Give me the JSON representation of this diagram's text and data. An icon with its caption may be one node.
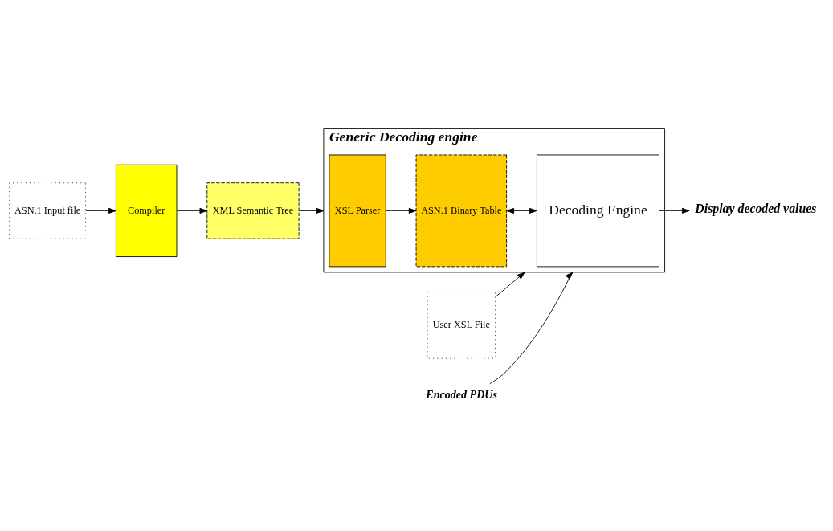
{
  "diagram": {
    "nodes": [
      {
        "text": [
          "ASN.1 Input file"
        ]
      },
      {
        "text": [
          "Compiler"
        ]
      },
      {
        "text": [
          "XML Semantic Tree"
        ]
      },
      {
        "text": [
          "Generic Decoding engine"
        ]
      },
      {
        "text": [
          "XSL Parser"
        ],
        "in": 3
      },
      {
        "text": [
          "ASN.1 Binary Table"
        ],
        "in": 3
      },
      {
        "text": [
          "Decoding Engine"
        ],
        "in": 3
      },
      {
        "text": [
          "User XSL File"
        ]
      },
      {
        "text": [
          "Display decoded values"
        ]
      },
      {
        "text": [
          "Encoded PDUs"
        ]
      }
    ],
    "edges": [
      {
        "from": 0,
        "to": 1,
        "arrow": "to"
      },
      {
        "from": 1,
        "to": 2,
        "arrow": "to"
      },
      {
        "from": 2,
        "to": 3,
        "arrow": "to"
      },
      {
        "from": 4,
        "to": 5,
        "arrow": "to"
      },
      {
        "from": 5,
        "to": 6,
        "arrow": "both"
      },
      {
        "from": 7,
        "to": 3,
        "arrow": "to"
      },
      {
        "from": 6,
        "to": 8,
        "arrow": "to"
      },
      {
        "from": 9,
        "to": 3,
        "arrow": "to"
      }
    ]
  }
}
